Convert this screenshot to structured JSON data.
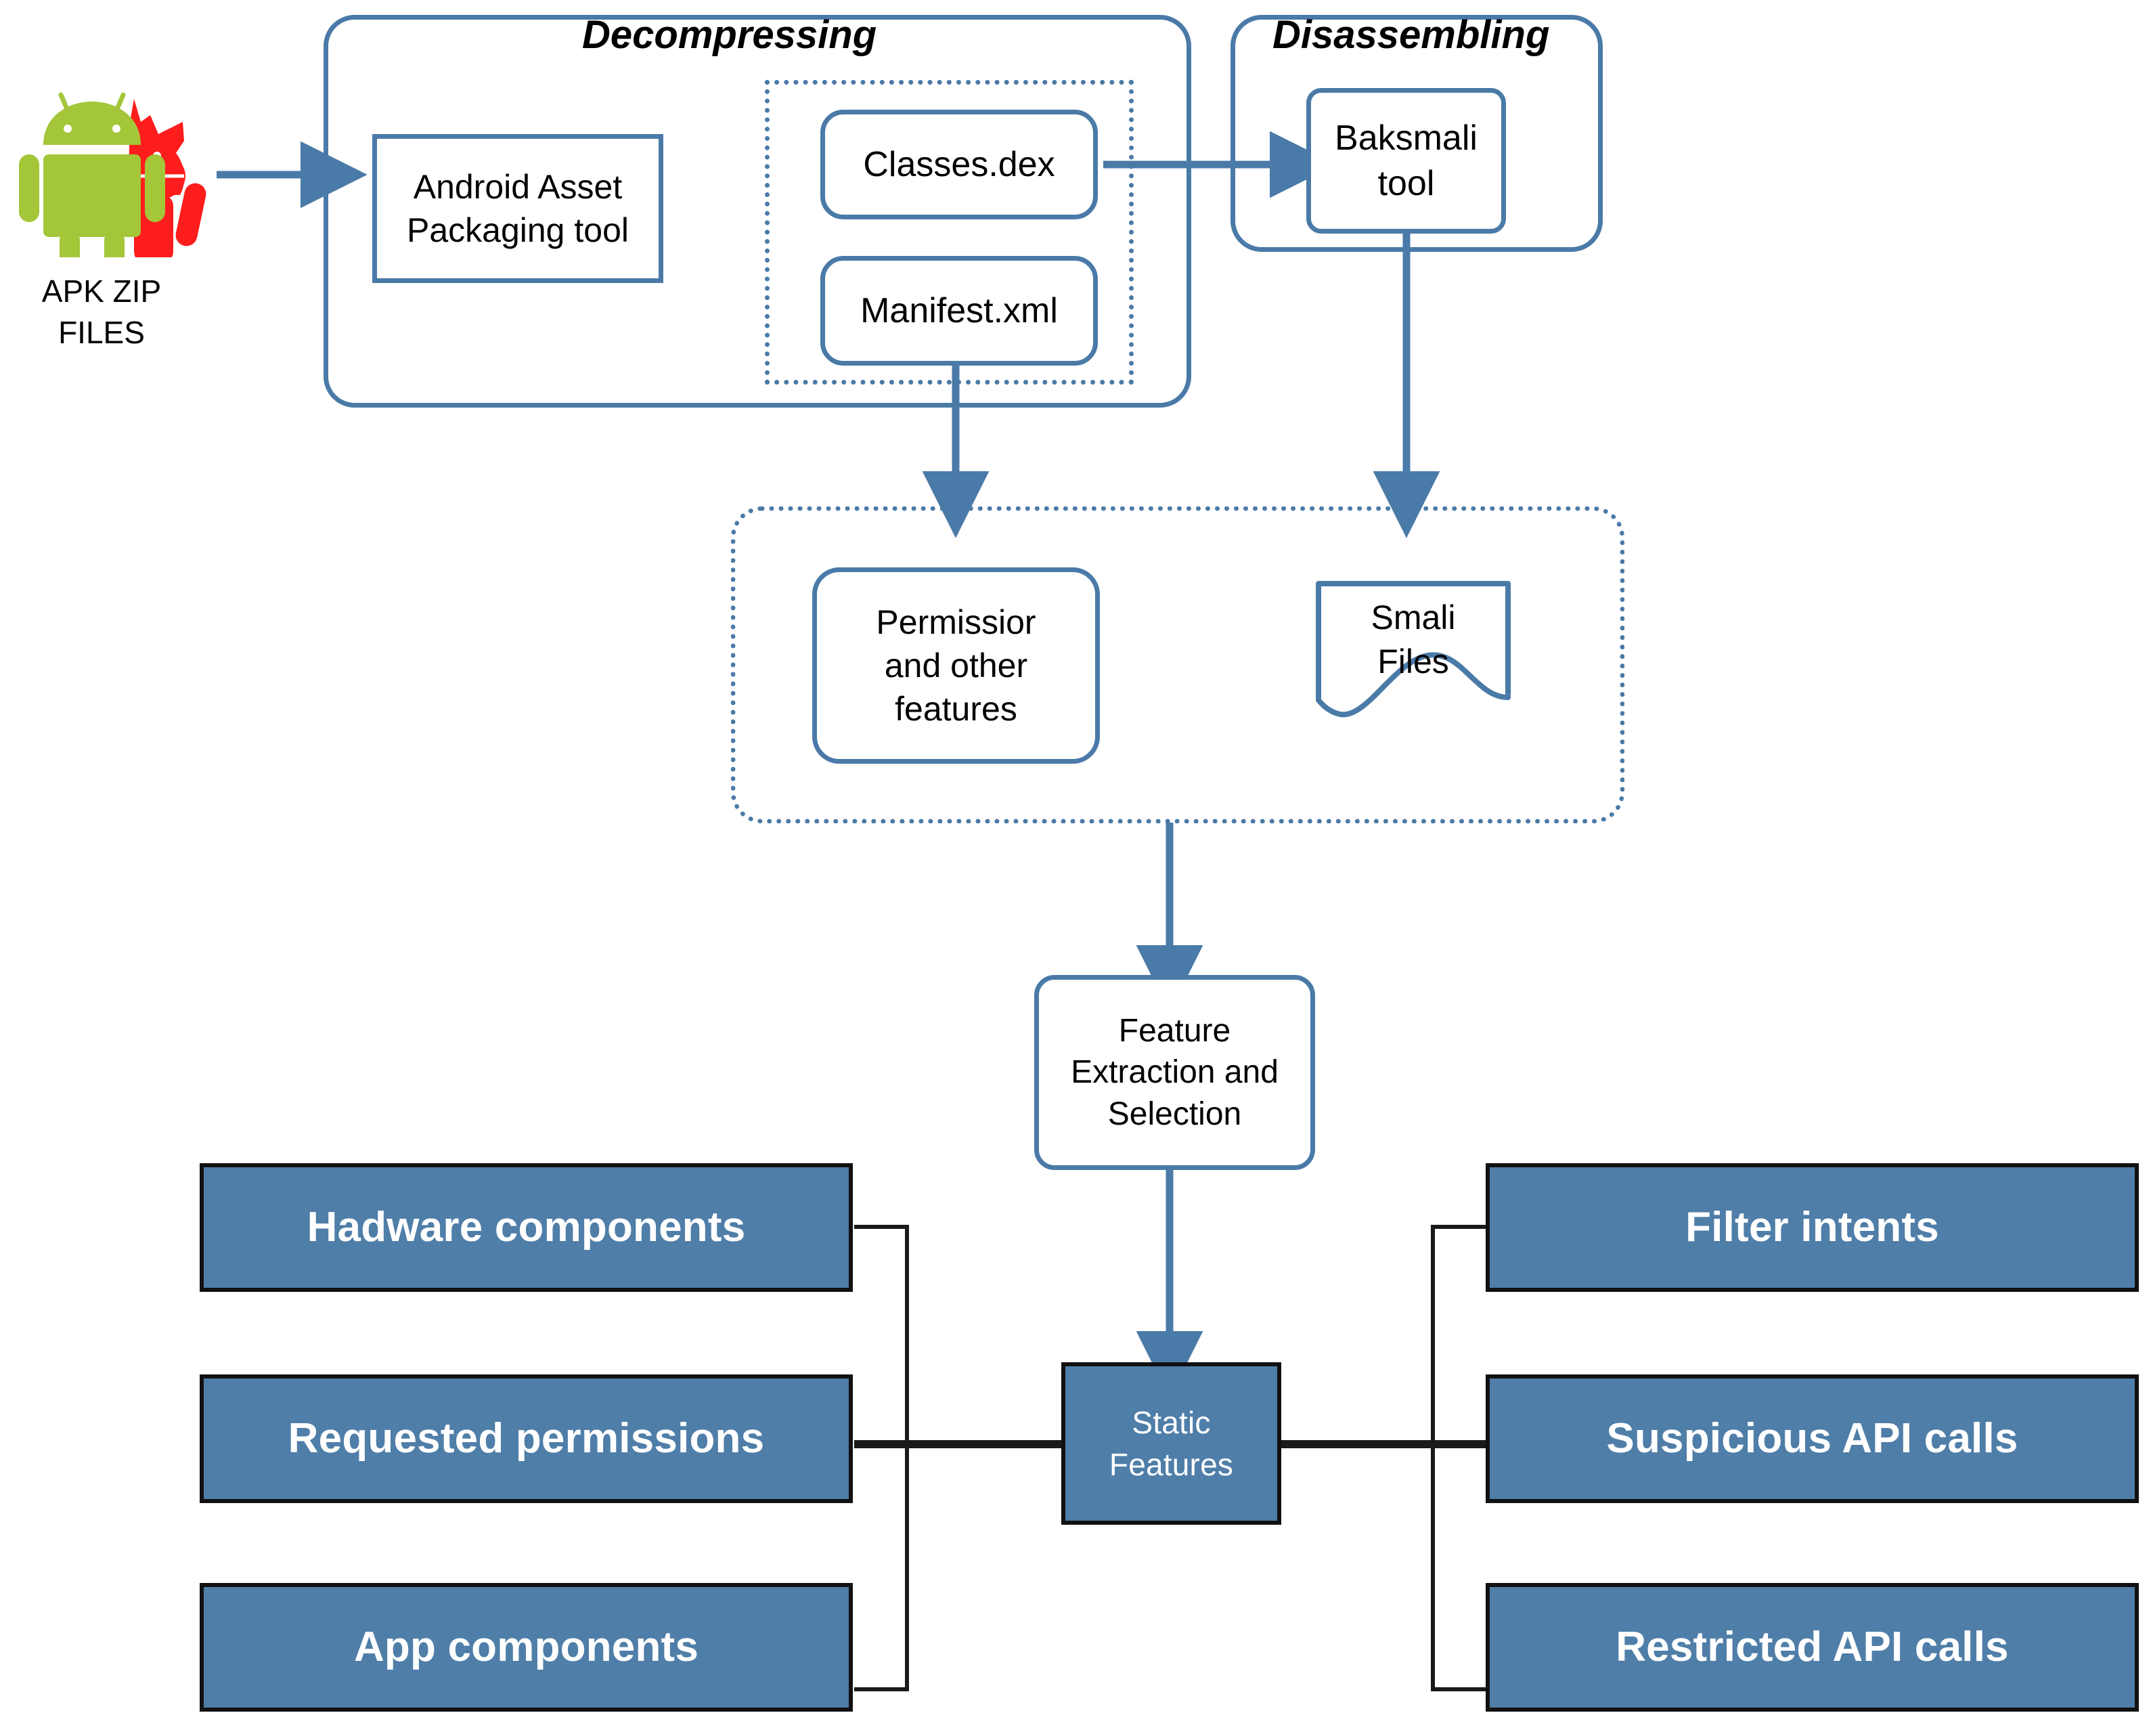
{
  "diagram": {
    "title": "Android static malware analysis pipeline",
    "colors": {
      "outline_blue": "#4a7aa7",
      "fill_blue": "#4f7ea8",
      "box_border_black": "#111111",
      "android_green": "#a4c639",
      "devil_red": "#fd1d1d",
      "text_white": "#ffffff",
      "text_black": "#000000"
    }
  },
  "source": {
    "icon": "android-devil-icon",
    "label": "APK ZIP\nFILES"
  },
  "stages": {
    "decompressing": {
      "title": "Decompressing",
      "tool": "Android Asset\nPackaging tool",
      "artifacts_group": "dotted-artifacts-group",
      "artifacts": [
        {
          "label": "Classes.dex"
        },
        {
          "label": "Manifest.xml"
        }
      ]
    },
    "disassembling": {
      "title": "Disassembling",
      "tool": "Baksmali\ntool"
    },
    "extracted": {
      "group": "dotted-extracted-group",
      "items": [
        {
          "label": "Permissior\nand other\nfeatures",
          "shape": "rounded-rect"
        },
        {
          "label": "Smali\nFiles",
          "shape": "document-wave"
        }
      ]
    },
    "feature_extraction": {
      "label": "Feature\nExtraction and\nSelection"
    }
  },
  "static_features": {
    "center_label": "Static\nFeatures",
    "left_items": [
      {
        "label": "Hadware components"
      },
      {
        "label": "Requested permissions"
      },
      {
        "label": "App components"
      }
    ],
    "right_items": [
      {
        "label": "Filter intents"
      },
      {
        "label": "Suspicious API calls"
      },
      {
        "label": "Restricted API calls"
      }
    ]
  }
}
